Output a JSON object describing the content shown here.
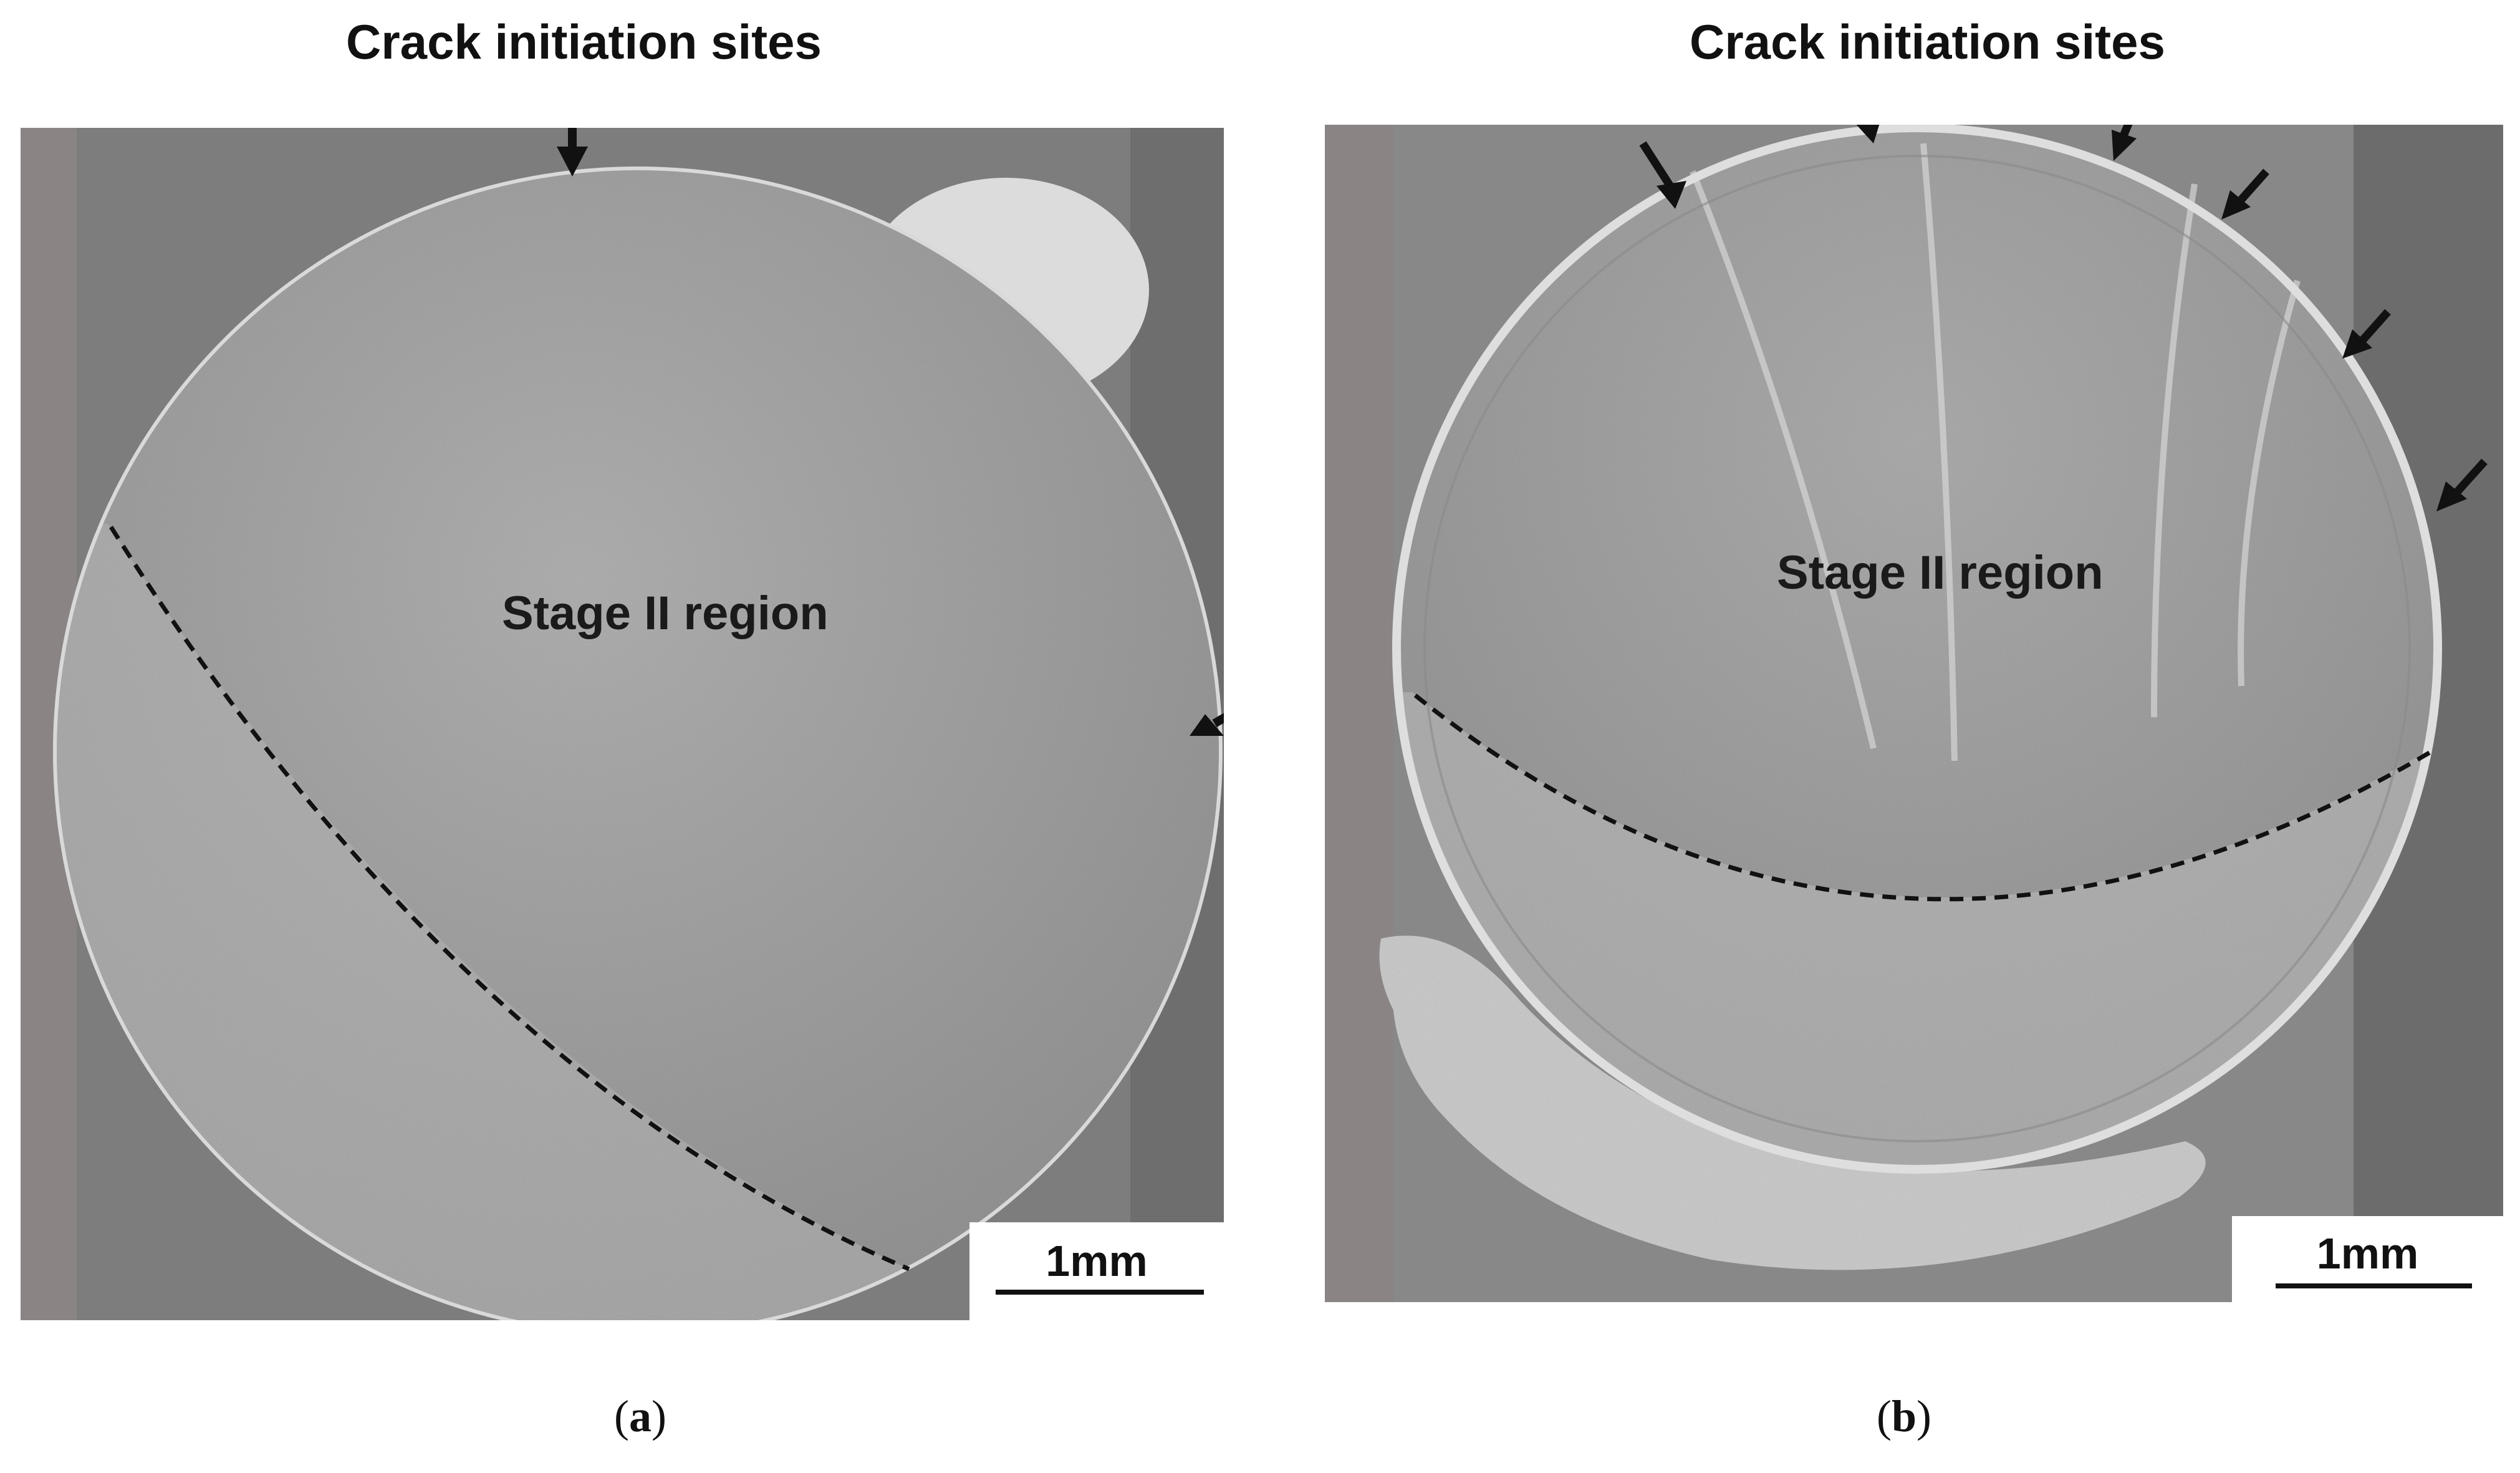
{
  "figure": {
    "panel_a": {
      "header": "Crack initiation sites",
      "region_label": "Stage II region",
      "scale_label": "1mm",
      "caption_open": "(",
      "caption_letter": "a",
      "caption_close": ")"
    },
    "panel_b": {
      "header": "Crack initiation sites",
      "region_label": "Stage II region",
      "scale_label": "1mm",
      "caption_open": "(",
      "caption_letter": "b",
      "caption_close": ")"
    }
  },
  "colors": {
    "background": "#ffffff",
    "surface": "#a9a9a9",
    "surface_light": "#c4c4c4",
    "backdrop": "#7a7a7a",
    "ink": "#111111"
  }
}
